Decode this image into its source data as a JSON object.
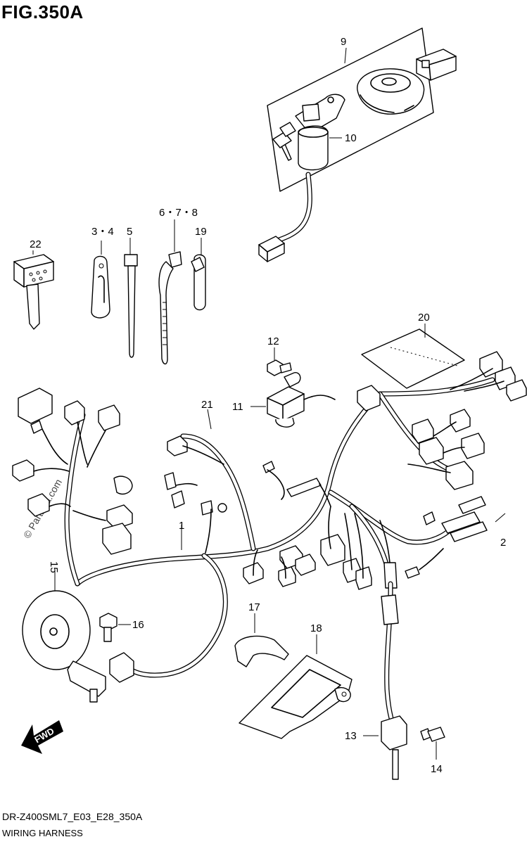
{
  "figure": {
    "title": "FIG.350A",
    "code": "DR-Z400SML7_E03_E28_350A",
    "name": "WIRING HARNESS",
    "watermark": "© Partzilla.com",
    "direction_label": "FWD"
  },
  "callouts": [
    {
      "id": "c9",
      "text": "9"
    },
    {
      "id": "c10",
      "text": "10"
    },
    {
      "id": "c678",
      "text": "6・7・8"
    },
    {
      "id": "c34",
      "text": "3・4"
    },
    {
      "id": "c5",
      "text": "5"
    },
    {
      "id": "c19",
      "text": "19"
    },
    {
      "id": "c22",
      "text": "22"
    },
    {
      "id": "c20",
      "text": "20"
    },
    {
      "id": "c12",
      "text": "12"
    },
    {
      "id": "c21",
      "text": "21"
    },
    {
      "id": "c11",
      "text": "11"
    },
    {
      "id": "c1",
      "text": "1"
    },
    {
      "id": "c2",
      "text": "2"
    },
    {
      "id": "c15",
      "text": "15"
    },
    {
      "id": "c16",
      "text": "16"
    },
    {
      "id": "c17",
      "text": "17"
    },
    {
      "id": "c18",
      "text": "18"
    },
    {
      "id": "c13",
      "text": "13"
    },
    {
      "id": "c14",
      "text": "14"
    }
  ]
}
